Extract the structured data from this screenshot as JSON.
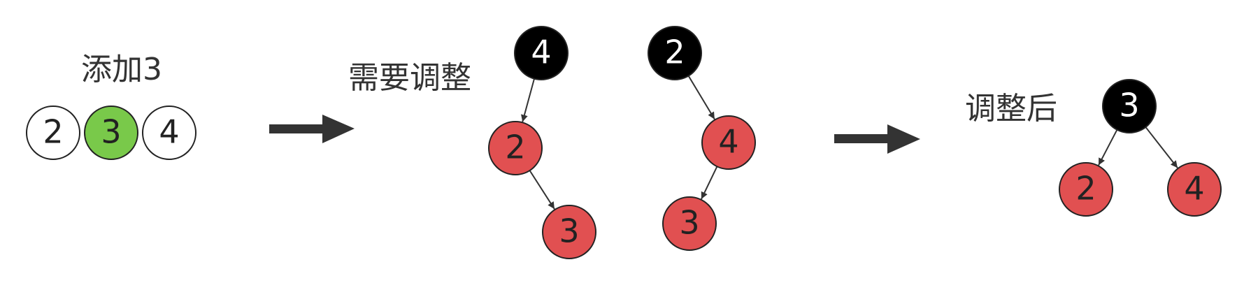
{
  "labels": {
    "add": "添加3",
    "needs_adjust": "需要调整",
    "after_adjust": "调整后"
  },
  "colors": {
    "red": "#e15051",
    "black": "#000000",
    "green": "#79c94a",
    "white": "#ffffff",
    "arrow": "#333333"
  },
  "sequence": [
    {
      "value": "2",
      "color": "white"
    },
    {
      "value": "3",
      "color": "green"
    },
    {
      "value": "4",
      "color": "white"
    }
  ],
  "trees": {
    "left_left": {
      "nodes": [
        {
          "value": "4",
          "color": "black"
        },
        {
          "value": "2",
          "color": "red"
        },
        {
          "value": "3",
          "color": "red"
        }
      ],
      "edges": [
        [
          0,
          1
        ],
        [
          1,
          2
        ]
      ]
    },
    "right_left": {
      "nodes": [
        {
          "value": "2",
          "color": "black"
        },
        {
          "value": "4",
          "color": "red"
        },
        {
          "value": "3",
          "color": "red"
        }
      ],
      "edges": [
        [
          0,
          1
        ],
        [
          1,
          2
        ]
      ]
    },
    "result": {
      "nodes": [
        {
          "value": "3",
          "color": "black"
        },
        {
          "value": "2",
          "color": "red"
        },
        {
          "value": "4",
          "color": "red"
        }
      ],
      "edges": [
        [
          0,
          1
        ],
        [
          0,
          2
        ]
      ]
    }
  }
}
